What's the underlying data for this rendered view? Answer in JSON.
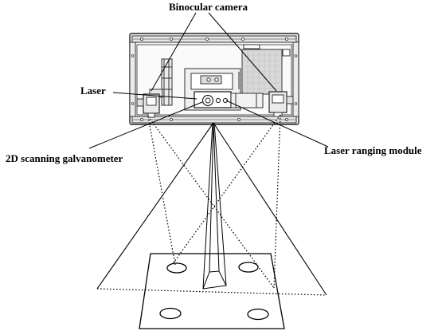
{
  "labels": {
    "binocular_camera": "Binocular camera",
    "laser": "Laser",
    "galvanometer": "2D scanning galvanometer",
    "laser_ranging_module": "Laser ranging module"
  },
  "colors": {
    "line": "#000000",
    "device_frame": "#444444",
    "device_fill": "#f4f4f4",
    "grid_panel": "#d9d9d9"
  }
}
